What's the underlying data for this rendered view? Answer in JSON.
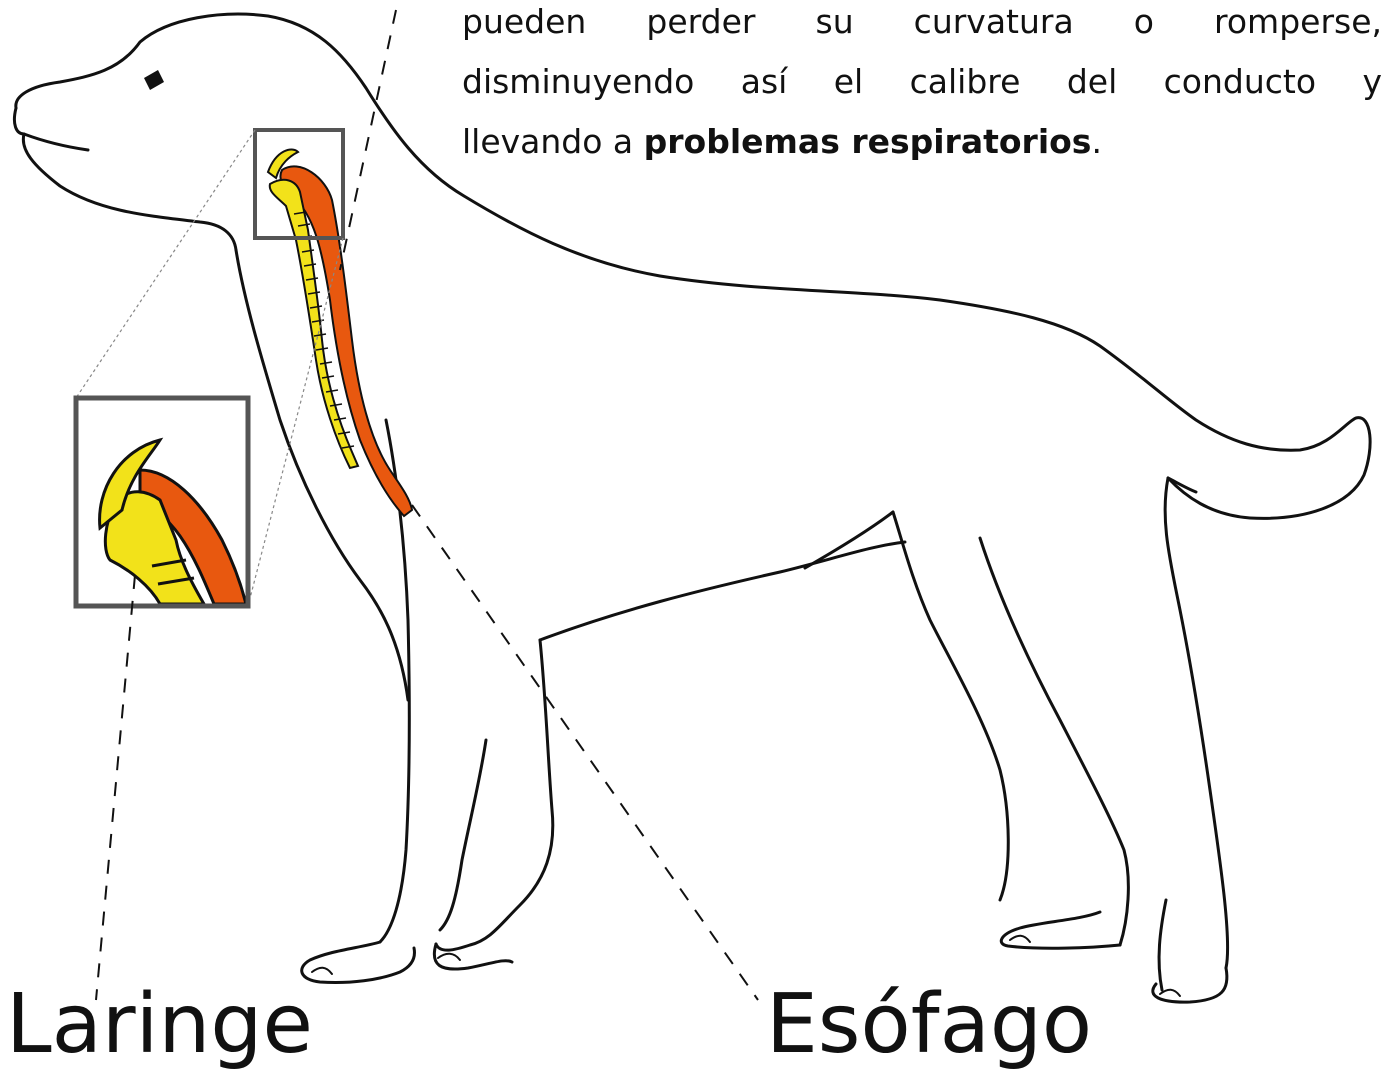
{
  "text": {
    "line1": "pueden perder su curvatura o romperse,",
    "line2": "disminuyendo así el calibre del conducto y",
    "line3_prefix": "llevando a ",
    "line3_bold": "problemas respiratorios",
    "line3_suffix": "."
  },
  "labels": {
    "left": "Laringe",
    "right": "Esófago"
  },
  "colors": {
    "outline": "#111111",
    "esophagus": "#e8580f",
    "trachea": "#f2e21a",
    "frame": "#555555",
    "guide": "#888888"
  }
}
